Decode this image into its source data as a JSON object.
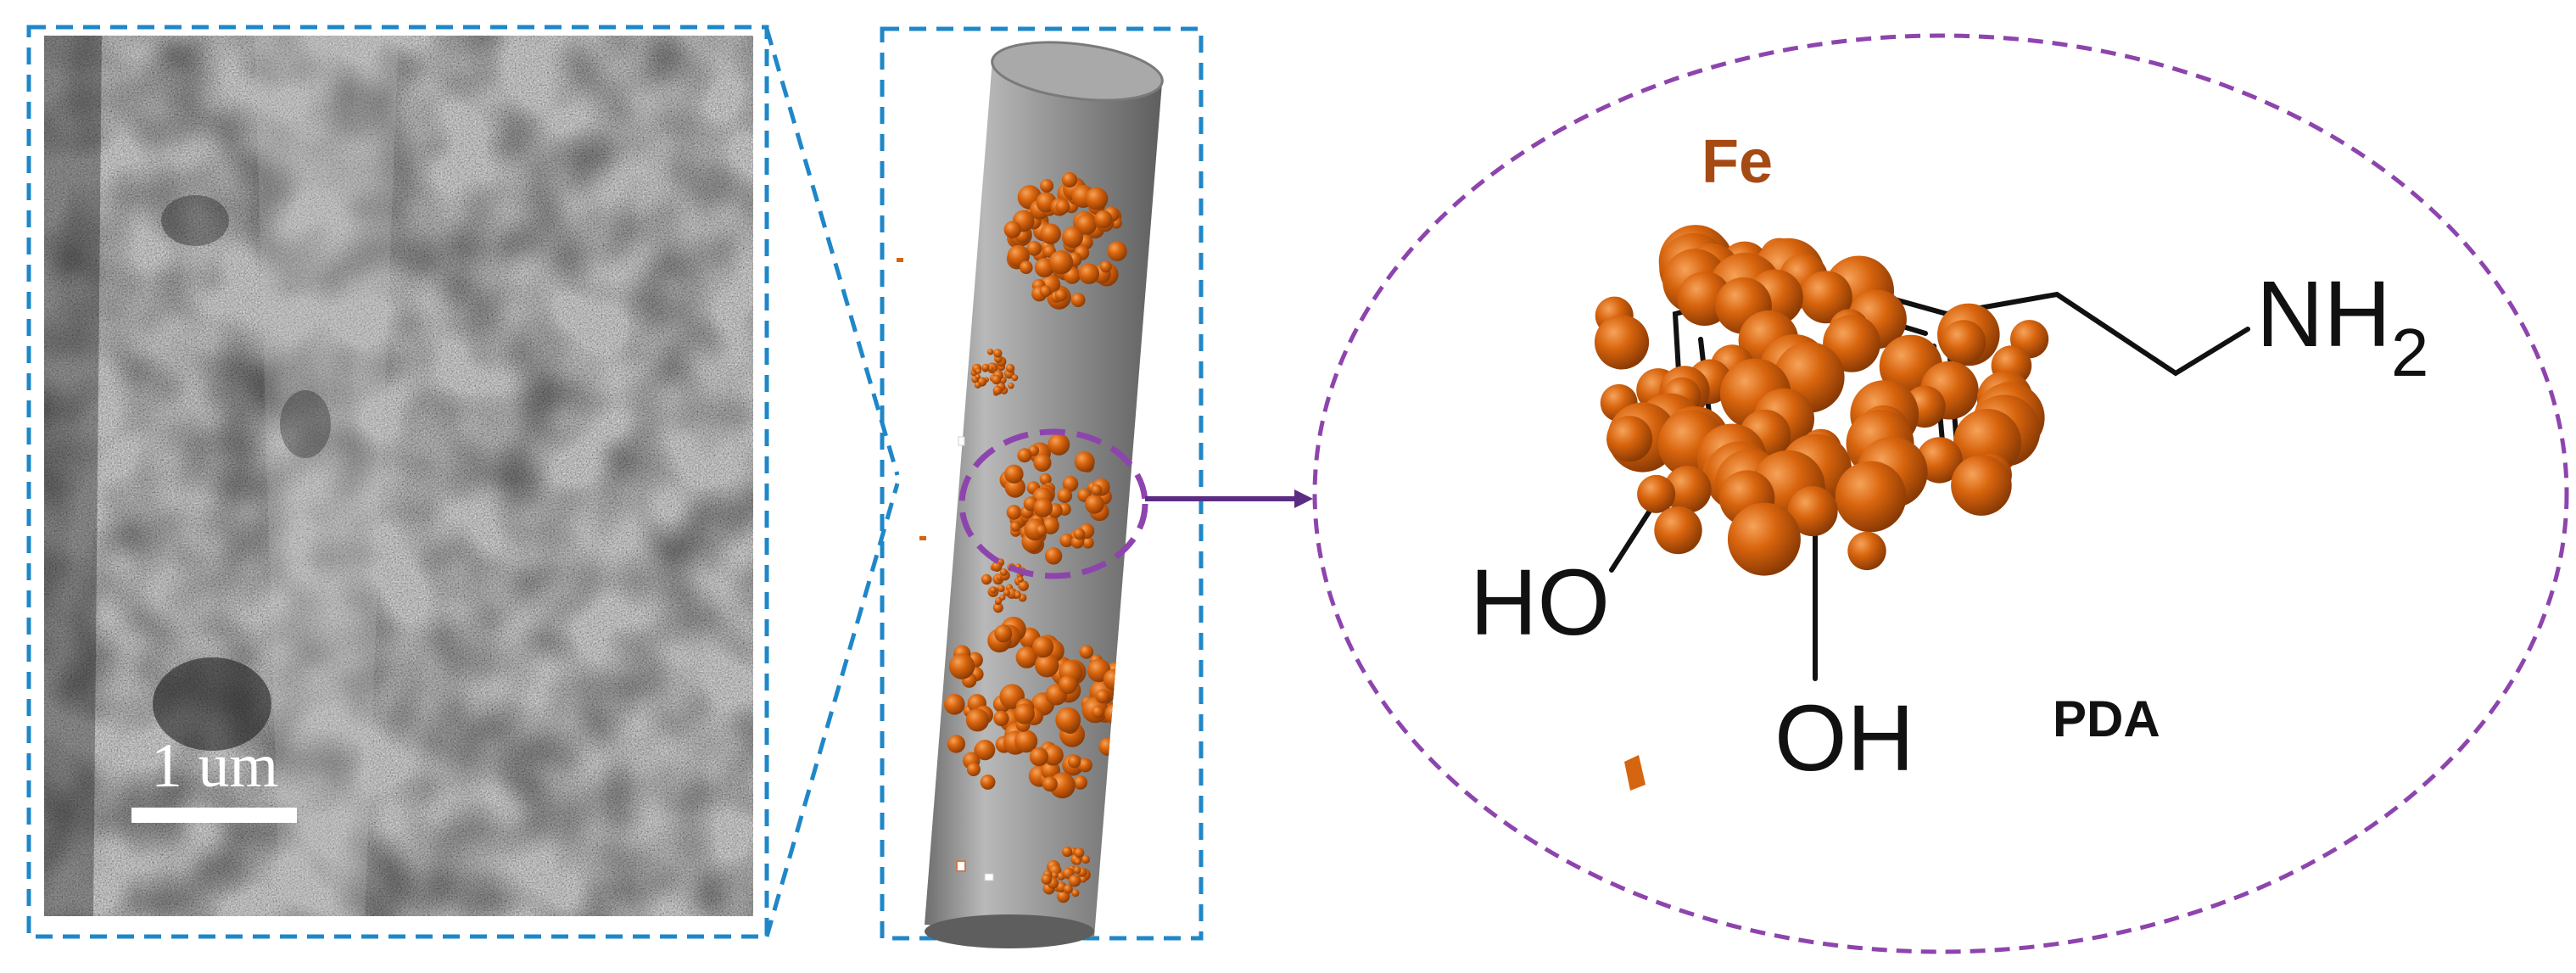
{
  "sem_panel": {
    "scale_label": "1 um"
  },
  "fiber_panel": {},
  "molecule_panel": {
    "fe_label": "Fe",
    "amine_label": "NH",
    "amine_subscript": "2",
    "hydroxyl_left_label": "HO",
    "hydroxyl_bottom_label": "OH",
    "compound_label": "PDA"
  },
  "colors": {
    "callout_blue": "#1f87c8",
    "callout_purple": "#8e44ad",
    "arrow_purple": "#5b2c83",
    "fe_label_color": "#a64a13",
    "particle_orange": "#d6650f",
    "fiber_gray": "#8f8f8f"
  }
}
